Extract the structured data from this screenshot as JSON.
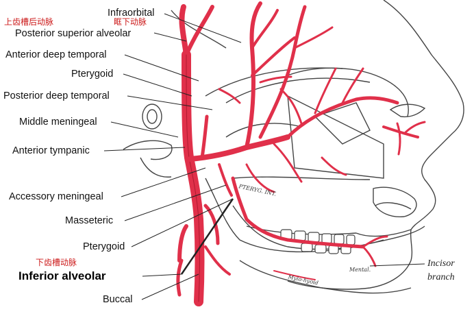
{
  "colors": {
    "artery": "#e0304a",
    "artery_stroke": "#b01a30",
    "outline": "#444444",
    "leader": "#222222",
    "chinese_text": "#cc1a1a"
  },
  "chinese_labels": {
    "upper_teeth_artery": "上齿槽后动脉",
    "infraorbital_artery": "眶下动脉",
    "lower_teeth_artery": "下齿槽动脉"
  },
  "labels": {
    "infraorbital": "Infraorbital",
    "posterior_superior_alveolar": "Posterior superior alveolar",
    "anterior_deep_temporal": "Anterior deep temporal",
    "pterygoid_upper": "Pterygoid",
    "posterior_deep_temporal": "Posterior deep temporal",
    "middle_meningeal": "Middle meningeal",
    "anterior_tympanic": "Anterior tympanic",
    "accessory_meningeal": "Accessory meningeal",
    "masseteric": "Masseteric",
    "pterygoid_lower": "Pterygoid",
    "inferior_alveolar": "Inferior alveolar",
    "buccal": "Buccal",
    "incisor_branch_line1": "Incisor",
    "incisor_branch_line2": "branch"
  },
  "figure_annotations": {
    "pterygo_int": "PTERYG. INT.",
    "mental": "Mental.",
    "mylo_hyoid": "Mylo-hyoid"
  }
}
